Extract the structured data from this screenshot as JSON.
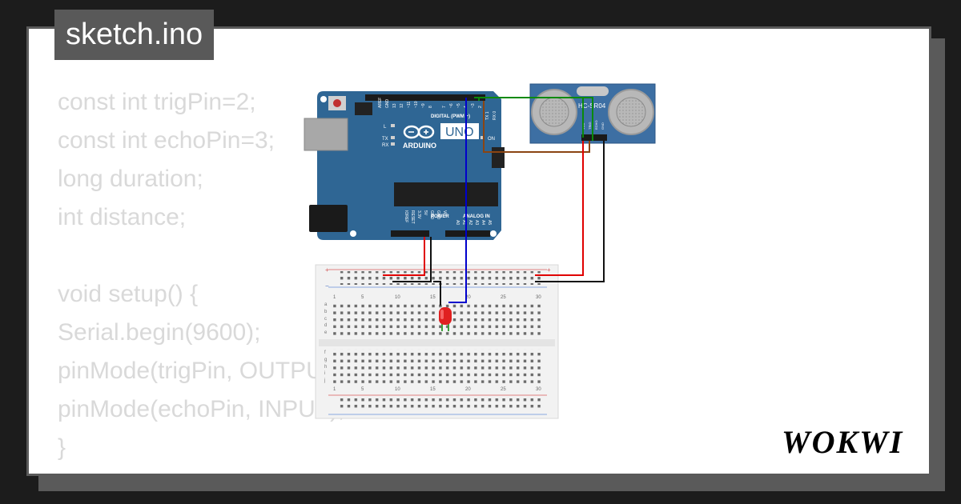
{
  "header": {
    "filename": "sketch.ino"
  },
  "code": {
    "lines": [
      "const int trigPin=2;",
      "const int echoPin=3;",
      "long duration;",
      "int distance;",
      "",
      "void setup() {",
      "Serial.begin(9600);",
      "pinMode(trigPin, OUTPUT);",
      "pinMode(echoPin, INPUT);",
      "}"
    ]
  },
  "arduino": {
    "model": "UNO",
    "brand": "ARDUINO",
    "digital_label": "DIGITAL (PWM ~)",
    "power_label": "POWER",
    "analog_label": "ANALOG IN",
    "on_label": "ON",
    "led_l": "L",
    "led_tx": "TX",
    "led_rx": "RX",
    "digital_pins": [
      "AREF",
      "GND",
      "13",
      "12",
      "~11",
      "~10",
      "~9",
      "8",
      "7",
      "~6",
      "~5",
      "4",
      "~3",
      "2",
      "TX 1",
      "RX 0"
    ],
    "power_pins": [
      "IOREF",
      "RESET",
      "3.3V",
      "5V",
      "GND",
      "GND",
      "Vin"
    ],
    "analog_pins": [
      "A0",
      "A1",
      "A2",
      "A3",
      "A4",
      "A5"
    ]
  },
  "sensor": {
    "model": "HC-SR04",
    "pins": [
      "VCC",
      "TRIG",
      "ECHO",
      "GND"
    ]
  },
  "breadboard": {
    "column_numbers": [
      "1",
      "5",
      "10",
      "15",
      "20",
      "25",
      "30"
    ],
    "rows_top": [
      "a",
      "b",
      "c",
      "d",
      "e"
    ],
    "rows_bottom": [
      "f",
      "g",
      "h",
      "i",
      "j"
    ],
    "rail_plus": "+",
    "rail_minus": "−"
  },
  "logo": {
    "text": "WOKWI"
  },
  "colors": {
    "background": "#1c1c1c",
    "card": "#ffffff",
    "card_border": "#5a5a5a",
    "title_bg": "#595959",
    "code_text": "#d9d9d9",
    "arduino_board": "#2f6694",
    "sensor_board": "#3d6fa3",
    "wire_red": "#e00000",
    "wire_black": "#111111",
    "wire_blue": "#0000cc",
    "wire_green": "#0a8a0a",
    "wire_brown": "#8b4513",
    "led_red": "#e02020"
  }
}
